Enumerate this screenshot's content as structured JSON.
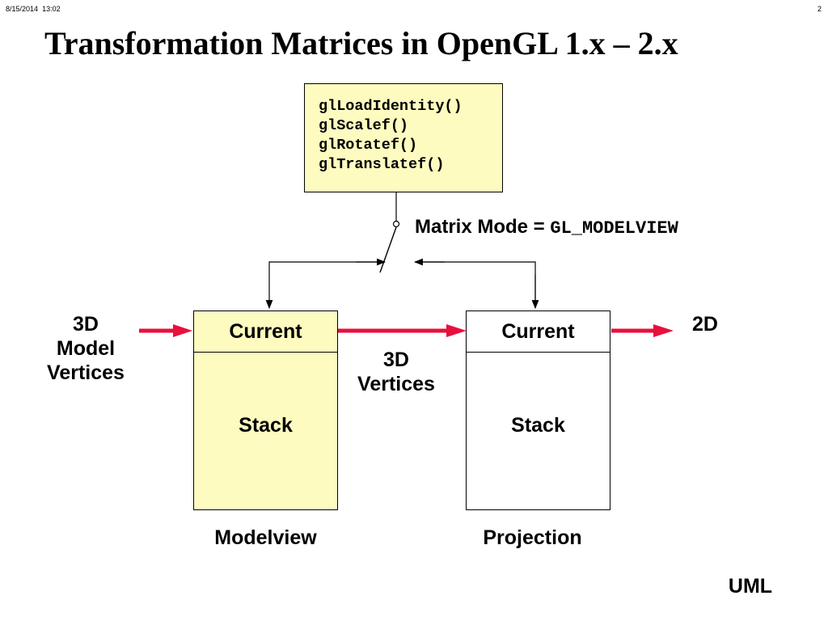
{
  "header": {
    "date": "8/15/2014",
    "time": "13:02",
    "page": "2"
  },
  "title": "Transformation Matrices in OpenGL 1.x – 2.x",
  "code_box": {
    "lines": [
      "glLoadIdentity()",
      "glScalef()",
      "glRotatef()",
      "glTranslatef()"
    ],
    "fill": "#fdfbbf"
  },
  "matrix_mode": {
    "label": "Matrix Mode =",
    "value": "GL_MODELVIEW"
  },
  "input": {
    "line1": "3D",
    "line2": "Model",
    "line3": "Vertices"
  },
  "middle": {
    "line1": "3D",
    "line2": "Vertices"
  },
  "output": "2D",
  "modelview": {
    "current": "Current",
    "stack": "Stack",
    "caption": "Modelview",
    "fill": "#fdfbbf"
  },
  "projection": {
    "current": "Current",
    "stack": "Stack",
    "caption": "Projection",
    "fill": "#ffffff"
  },
  "footer": "UML",
  "arrow_color": "#e8103c"
}
